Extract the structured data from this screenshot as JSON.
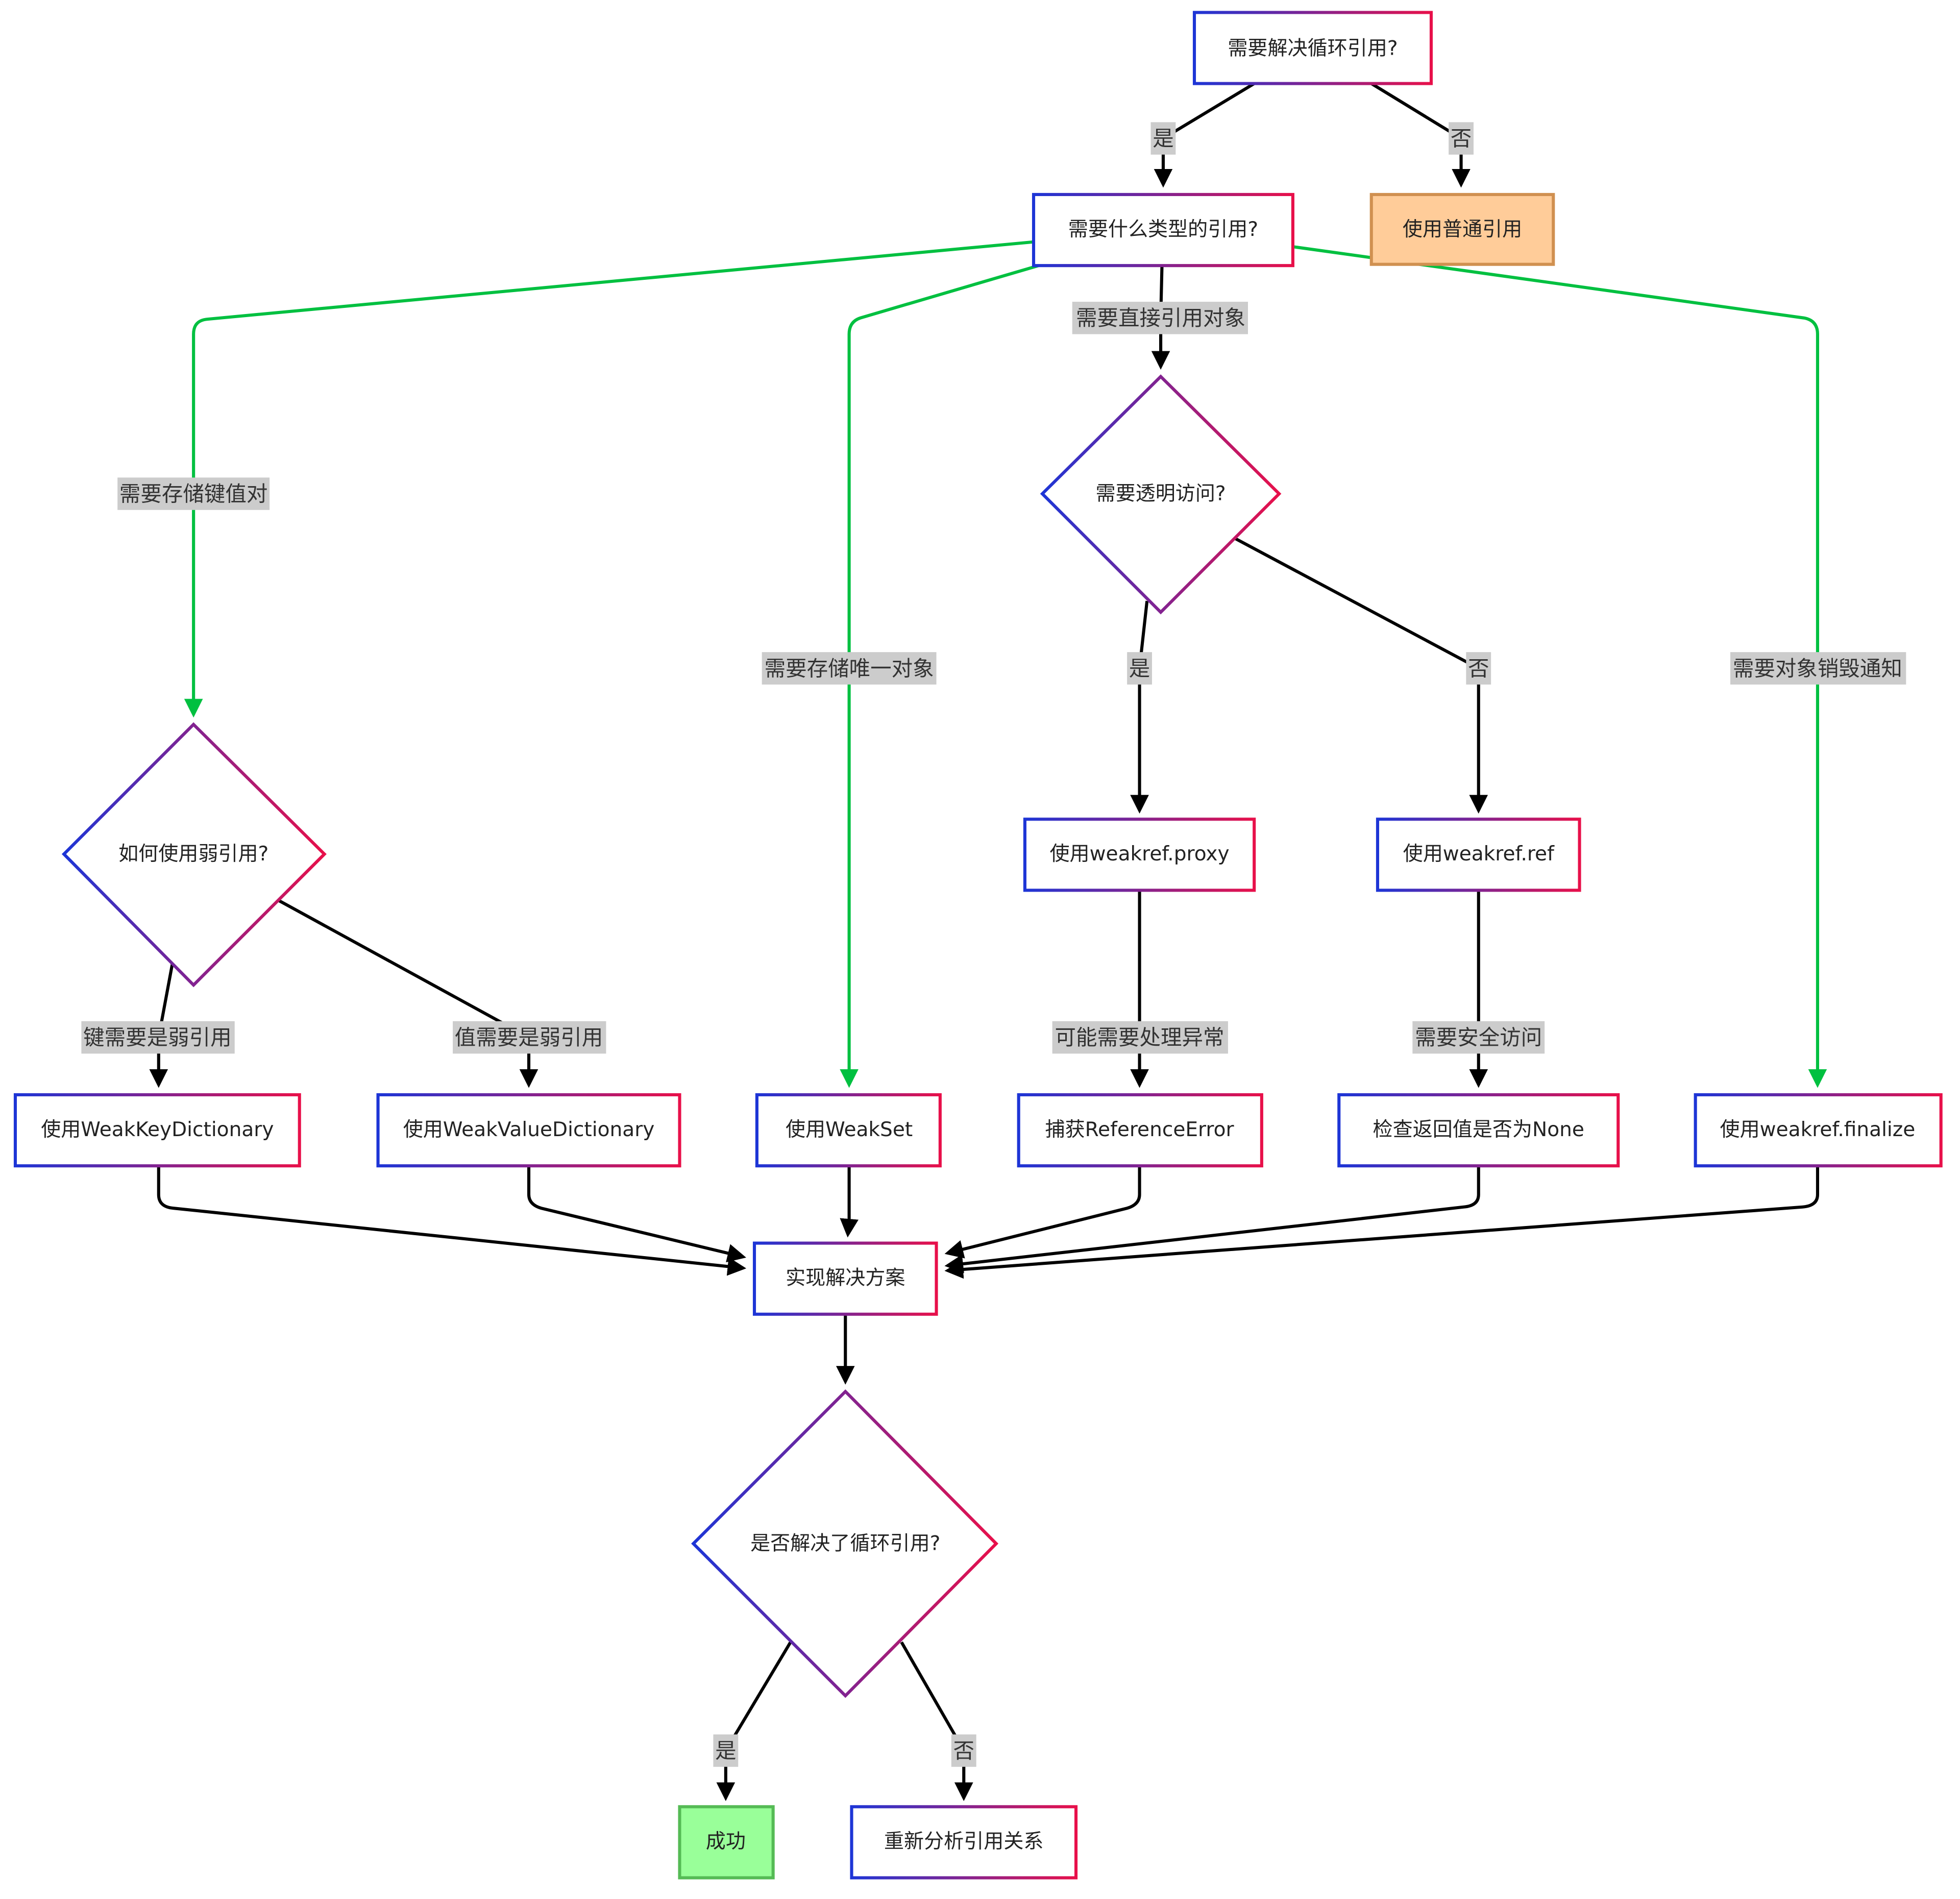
{
  "colors": {
    "border_gradient_start": "#1d35d6",
    "border_gradient_end": "#e8104a",
    "edge_default": "#000000",
    "edge_green": "#00c040",
    "label_background": "#cccccc",
    "plain_ref_fill": "#ffcc99",
    "plain_ref_border": "#d09050",
    "success_fill": "#99ff99",
    "success_border": "#55bb55"
  },
  "nodes": {
    "q_circular": "需要解决循环引用?",
    "use_plain_ref": "使用普通引用",
    "q_ref_type": "需要什么类型的引用?",
    "q_transparent": "需要透明访问?",
    "q_how_weak": "如何使用弱引用?",
    "use_proxy": "使用weakref.proxy",
    "use_ref": "使用weakref.ref",
    "use_weakkeydict": "使用WeakKeyDictionary",
    "use_weakvaluedict": "使用WeakValueDictionary",
    "use_weakset": "使用WeakSet",
    "catch_reference_error": "捕获ReferenceError",
    "check_none": "检查返回值是否为None",
    "use_finalize": "使用weakref.finalize",
    "implement": "实现解决方案",
    "q_solved": "是否解决了循环引用?",
    "success": "成功",
    "reanalyze": "重新分析引用关系"
  },
  "edge_labels": {
    "yes_1": "是",
    "no_1": "否",
    "direct_ref": "需要直接引用对象",
    "store_kv": "需要存储键值对",
    "store_unique": "需要存储唯一对象",
    "destroy_notify": "需要对象销毁通知",
    "yes_2": "是",
    "no_2": "否",
    "key_weak": "键需要是弱引用",
    "value_weak": "值需要是弱引用",
    "may_handle_exception": "可能需要处理异常",
    "safe_access": "需要安全访问",
    "yes_3": "是",
    "no_3": "否"
  }
}
